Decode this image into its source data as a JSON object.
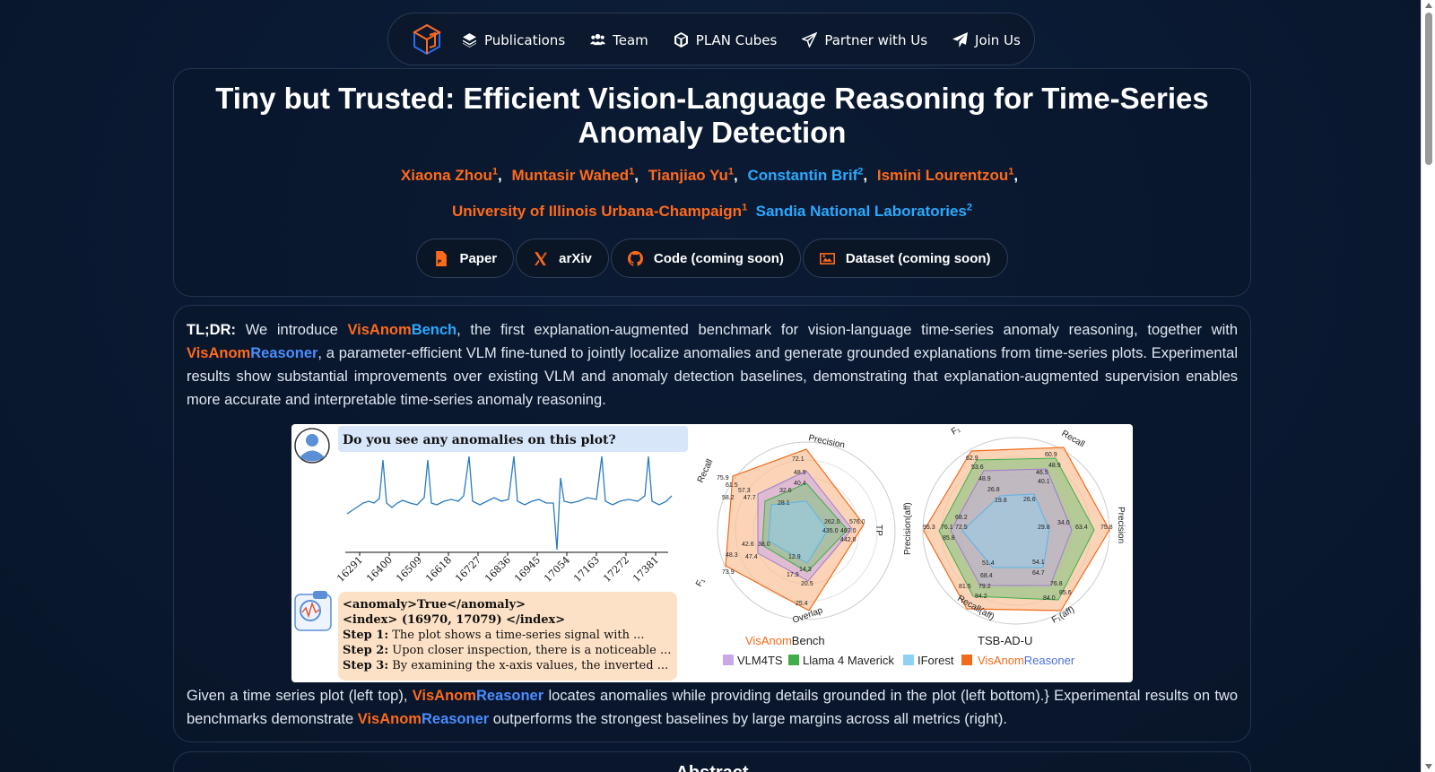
{
  "nav": {
    "items": [
      {
        "label": "Publications",
        "icon": "layers-icon"
      },
      {
        "label": "Team",
        "icon": "users-icon"
      },
      {
        "label": "PLAN Cubes",
        "icon": "cube-icon"
      },
      {
        "label": "Partner with Us",
        "icon": "handshake-icon"
      },
      {
        "label": "Join Us",
        "icon": "paper-plane-icon"
      }
    ]
  },
  "header": {
    "title": "Tiny but Trusted: Efficient Vision-Language Reasoning for Time-Series Anomaly Detection",
    "authors": [
      {
        "name": "Xiaona Zhou",
        "sup": "1",
        "color": "#ff6a1a"
      },
      {
        "name": "Muntasir Wahed",
        "sup": "1",
        "color": "#ff6a1a"
      },
      {
        "name": "Tianjiao Yu",
        "sup": "1",
        "color": "#ff6a1a"
      },
      {
        "name": "Constantin Brif",
        "sup": "2",
        "color": "#2aa9ff"
      },
      {
        "name": "Ismini Lourentzou",
        "sup": "1",
        "color": "#ff6a1a"
      }
    ],
    "affiliations": [
      {
        "name": "University of Illinois Urbana-Champaign",
        "sup": "1",
        "color": "#ff6a1a"
      },
      {
        "name": "Sandia National Laboratories",
        "sup": "2",
        "color": "#2aa9ff"
      }
    ],
    "buttons": [
      {
        "label": "Paper",
        "icon": "pdf-icon"
      },
      {
        "label": "arXiv",
        "icon": "arxiv-icon"
      },
      {
        "label": "Code (coming soon)",
        "icon": "github-icon"
      },
      {
        "label": "Dataset (coming soon)",
        "icon": "image-icon"
      }
    ]
  },
  "tldr": {
    "lead": "TL;DR:",
    "p1": " We introduce ",
    "bench_a": "VisAnom",
    "bench_b": "Bench",
    "p2": ", the first explanation-augmented benchmark for vision-language time-series anomaly reasoning, together with ",
    "reasoner_a": "VisAnom",
    "reasoner_b": "Reasoner",
    "p3": ", a parameter-efficient VLM fine-tuned to jointly localize anomalies and generate grounded explanations from time-series plots. Experimental results show substantial improvements over existing VLM and anomaly detection baselines, demonstrating that explanation-augmented supervision enables more accurate and interpretable time-series anomaly reasoning."
  },
  "caption": {
    "c1": "Given a time series plot (left top), ",
    "c2": " locates anomalies while providing details grounded in the plot (left bottom).} Experimental results on two benchmarks demonstrate ",
    "c3": " outperforms the strongest baselines by large margins across all metrics (right).",
    "name_a": "VisAnom",
    "name_b": "Reasoner"
  },
  "figure": {
    "question": "Do you see any anomalies on this plot?",
    "x_ticks": [
      "16291",
      "16400",
      "16509",
      "16618",
      "16727",
      "16836",
      "16945",
      "17054",
      "17163",
      "17272",
      "17381"
    ],
    "answer_lines": [
      {
        "bold": "<anomaly>True</anomaly>",
        "rest": ""
      },
      {
        "bold": "<index> (16970, 17079) </index>",
        "rest": ""
      },
      {
        "bold": "Step 1:",
        "rest": " The plot shows a time-series signal with ..."
      },
      {
        "bold": "Step 2:",
        "rest": " Upon closer inspection, there is a noticeable ..."
      },
      {
        "bold": "Step 3:",
        "rest": " By examining the x-axis values, the inverted ..."
      }
    ],
    "radar1_title_a": "VisAnom",
    "radar1_title_b": "Bench",
    "radar1_axes": [
      "Precision",
      "TP",
      "Overlap",
      "F₁",
      "Recall"
    ],
    "radar2_title": "TSB-AD-U",
    "radar2_axes": [
      "Recall",
      "Precision",
      "F₁(aff)",
      "Recall(aff)",
      "Precision(aff)",
      "F₁"
    ],
    "legend": [
      {
        "label": "VLM4TS",
        "color": "#c9a8e8"
      },
      {
        "label": "Llama 4 Maverick",
        "color": "#3fae49"
      },
      {
        "label": "IForest",
        "color": "#8fd0f5"
      },
      {
        "label": "VisAnomReasoner",
        "color": "#f26a1b"
      }
    ],
    "radar1_values": {
      "precision": [
        "72.1",
        "48.9",
        "40.4",
        "32.6",
        "28.1"
      ],
      "tp": [
        "576.0",
        "467.0",
        "442.0",
        "435.0",
        "262.0"
      ],
      "overlap": [
        "25.4",
        "20.5",
        "17.9",
        "14.3",
        "12.9"
      ],
      "f1": [
        "73.9",
        "48.3",
        "47.4",
        "42.6",
        "38.0"
      ],
      "recall": [
        "75.9",
        "61.5",
        "57.3",
        "58.2",
        "47.7"
      ]
    },
    "radar2_values": {
      "recall": [
        "60.9",
        "48.9",
        "46.5",
        "40.1",
        "26.6"
      ],
      "precision": [
        "75.8",
        "63.4",
        "34.0",
        "29.8"
      ],
      "f1aff": [
        "85.6",
        "84.0",
        "76.8",
        "64.7",
        "54.1"
      ],
      "recallaff": [
        "84.2",
        "81.5",
        "79.2",
        "68.4",
        "51.4"
      ],
      "precisionaff": [
        "95.3",
        "85.8",
        "76.1",
        "72.5",
        "68.2"
      ],
      "f1": [
        "62.9",
        "53.6",
        "48.9",
        "26.8",
        "19.8"
      ]
    }
  },
  "abstract": {
    "title": "Abstract"
  },
  "colors": {
    "accent_orange": "#ff6a1a",
    "accent_blue": "#2aa9ff",
    "background": "#0a1a33"
  }
}
